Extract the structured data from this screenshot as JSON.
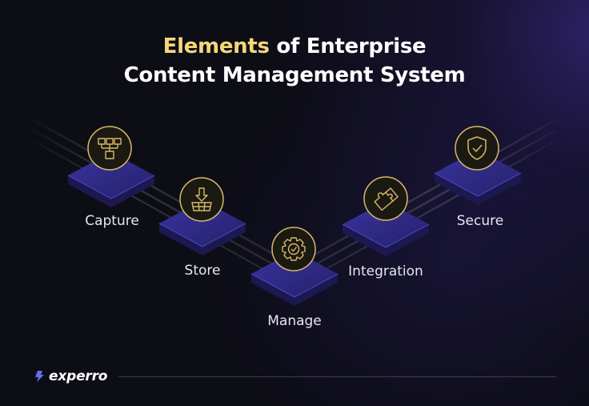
{
  "title": {
    "highlight": "Elements",
    "line1_rest": " of Enterprise",
    "line2": "Content Management System"
  },
  "steps": [
    {
      "label": "Capture",
      "icon": "folder-tree-icon"
    },
    {
      "label": "Store",
      "icon": "download-to-tray-icon"
    },
    {
      "label": "Manage",
      "icon": "gear-check-icon"
    },
    {
      "label": "Integration",
      "icon": "puzzle-icon"
    },
    {
      "label": "Secure",
      "icon": "shield-check-icon"
    }
  ],
  "brand": {
    "name": "experro"
  },
  "colors": {
    "background": "#0d0d16",
    "accent_gold": "#f5d77a",
    "icon_stroke": "#d9b86a",
    "platform_top": "#2f2a7c",
    "platform_side": "#1c1850",
    "brand_blue": "#6a6cf5"
  }
}
